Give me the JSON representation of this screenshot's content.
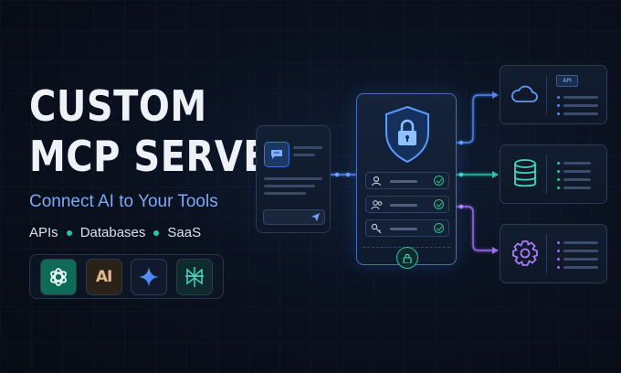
{
  "title": {
    "line1": "CUSTOM",
    "line2": "MCP SERVER"
  },
  "subtitle": "Connect AI to Your Tools",
  "tags": [
    "APIs",
    "Databases",
    "SaaS"
  ],
  "logos": [
    {
      "name": "openai-logo"
    },
    {
      "name": "anthropic-logo",
      "text": "AI"
    },
    {
      "name": "gemini-logo"
    },
    {
      "name": "perplexity-logo"
    }
  ],
  "cards": [
    {
      "name": "api-card",
      "icon": "cloud-icon",
      "badge": "API",
      "color": "#4f86f7"
    },
    {
      "name": "database-card",
      "icon": "database-icon",
      "color": "#26c6a8"
    },
    {
      "name": "saas-card",
      "icon": "gear-icon",
      "color": "#9b6cf2"
    }
  ],
  "colors": {
    "blue": "#4f86f7",
    "teal": "#26c6a8",
    "purple": "#9b6cf2"
  }
}
